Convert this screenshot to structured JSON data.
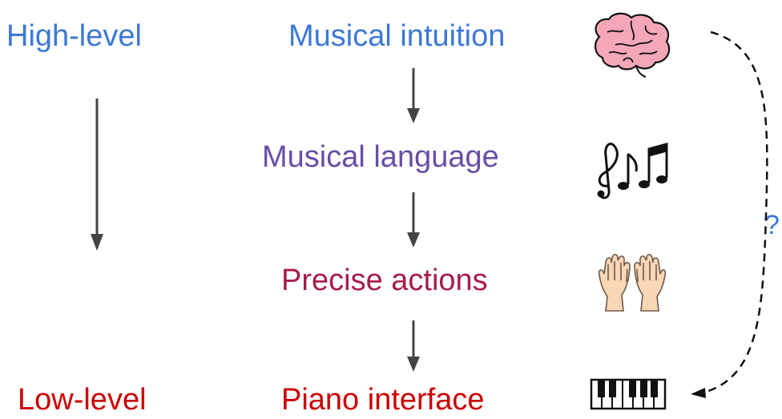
{
  "axis": {
    "top_label": "High-level",
    "bottom_label": "Low-level"
  },
  "stages": [
    {
      "label": "Musical intuition",
      "icon": "brain-icon"
    },
    {
      "label": "Musical language",
      "icon": "music-notes-icon"
    },
    {
      "label": "Precise actions",
      "icon": "hands-icon"
    },
    {
      "label": "Piano interface",
      "icon": "piano-keys-icon"
    }
  ],
  "shortcut": {
    "label": "?"
  },
  "colors": {
    "blue": "#3c78d8",
    "purple": "#674ea7",
    "maroon": "#a61c4a",
    "red": "#cc0000",
    "arrow": "#444444",
    "brain": "#f4a7b9",
    "skin": "#f9d6b4"
  }
}
